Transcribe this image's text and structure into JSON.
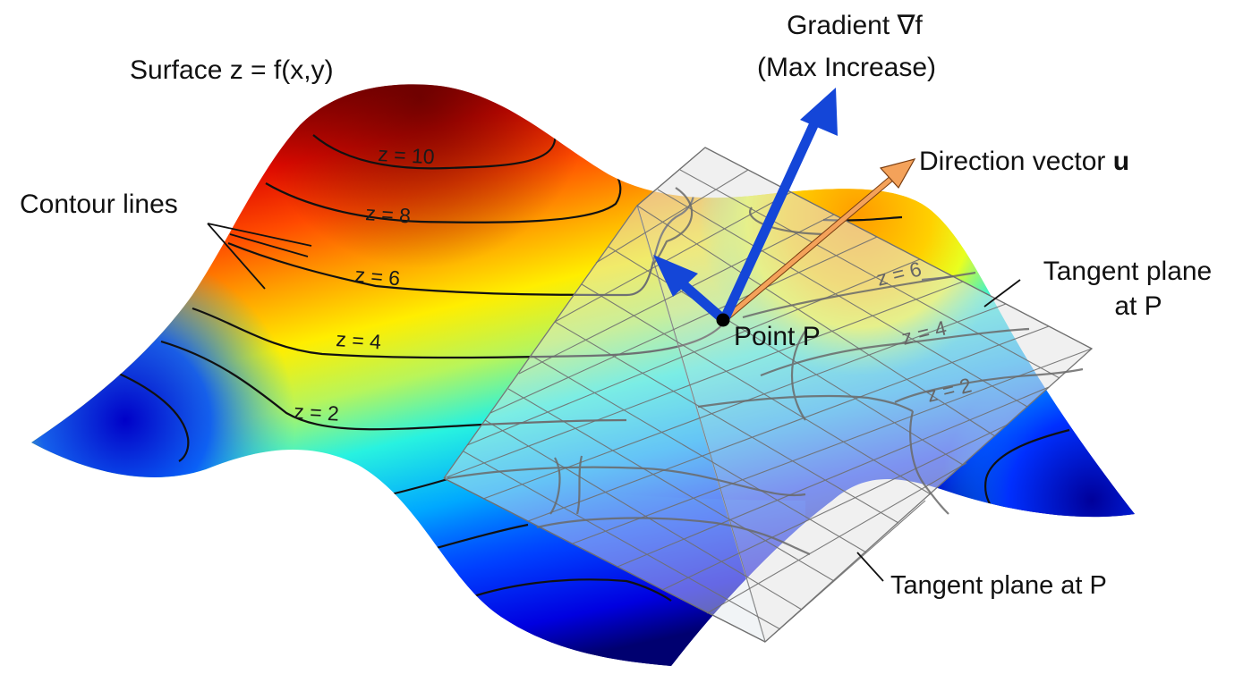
{
  "diagram": {
    "type": "3d-surface-illustration",
    "subject": "Directional derivative / gradient on a surface",
    "labels": {
      "surface": "Surface z = f(x,y)",
      "contour_lines": "Contour lines",
      "gradient_title": "Gradient ∇f",
      "gradient_subtitle": "(Max Increase)",
      "direction_vector_prefix": "Direction vector ",
      "direction_vector_symbol": "u",
      "tangent_plane_top_line1": "Tangent plane",
      "tangent_plane_top_line2": "at P",
      "tangent_plane_bottom": "Tangent plane at P",
      "point": "Point P"
    },
    "surface_contours": [
      {
        "label": "z = 10",
        "value": 10
      },
      {
        "label": "z = 8",
        "value": 8
      },
      {
        "label": "z = 6",
        "value": 6
      },
      {
        "label": "z = 4",
        "value": 4
      },
      {
        "label": "z = 2",
        "value": 2
      }
    ],
    "plane_contours": [
      {
        "label": "z = 6",
        "value": 6
      },
      {
        "label": "z = 4",
        "value": 4
      },
      {
        "label": "z = 2",
        "value": 2
      }
    ],
    "vectors": [
      {
        "name": "gradient",
        "color": "#1446d8"
      },
      {
        "name": "gradient-projection",
        "color": "#1446d8"
      },
      {
        "name": "direction-u",
        "color": "#f4a25a"
      }
    ],
    "colormap": [
      "#00007f",
      "#0000ff",
      "#00a0ff",
      "#20f0e8",
      "#a8f070",
      "#ffff00",
      "#ff9c00",
      "#ff2000",
      "#8c0000"
    ],
    "plane_fill": "#e6e6e6",
    "plane_grid": "#6f6f6f"
  }
}
